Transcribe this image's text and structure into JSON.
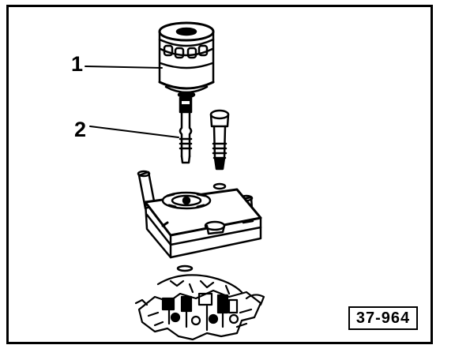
{
  "figure": {
    "callouts": [
      {
        "label": "1",
        "part": "oil-filter"
      },
      {
        "label": "2",
        "part": "threaded-connector"
      }
    ],
    "reference_number": "37-964",
    "colors": {
      "ink": "#000000",
      "paper": "#ffffff"
    }
  }
}
